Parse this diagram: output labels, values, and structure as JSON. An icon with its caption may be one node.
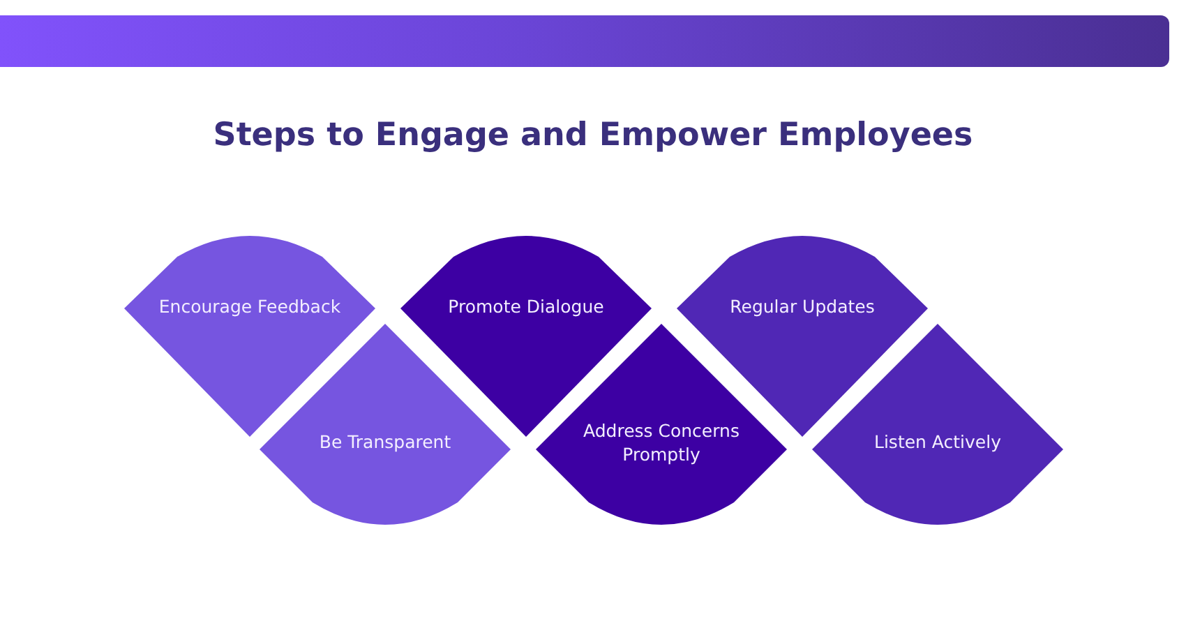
{
  "diagram": {
    "title": "Steps to Engage and Empower Employees",
    "nodes": [
      {
        "text": [
          "Encourage Feedback"
        ]
      },
      {
        "text": [
          "Be Transparent"
        ]
      },
      {
        "text": [
          "Promote Dialogue"
        ]
      },
      {
        "text": [
          "Address Concerns Promptly"
        ]
      },
      {
        "text": [
          "Regular Updates"
        ]
      },
      {
        "text": [
          "Listen Actively"
        ]
      }
    ]
  }
}
